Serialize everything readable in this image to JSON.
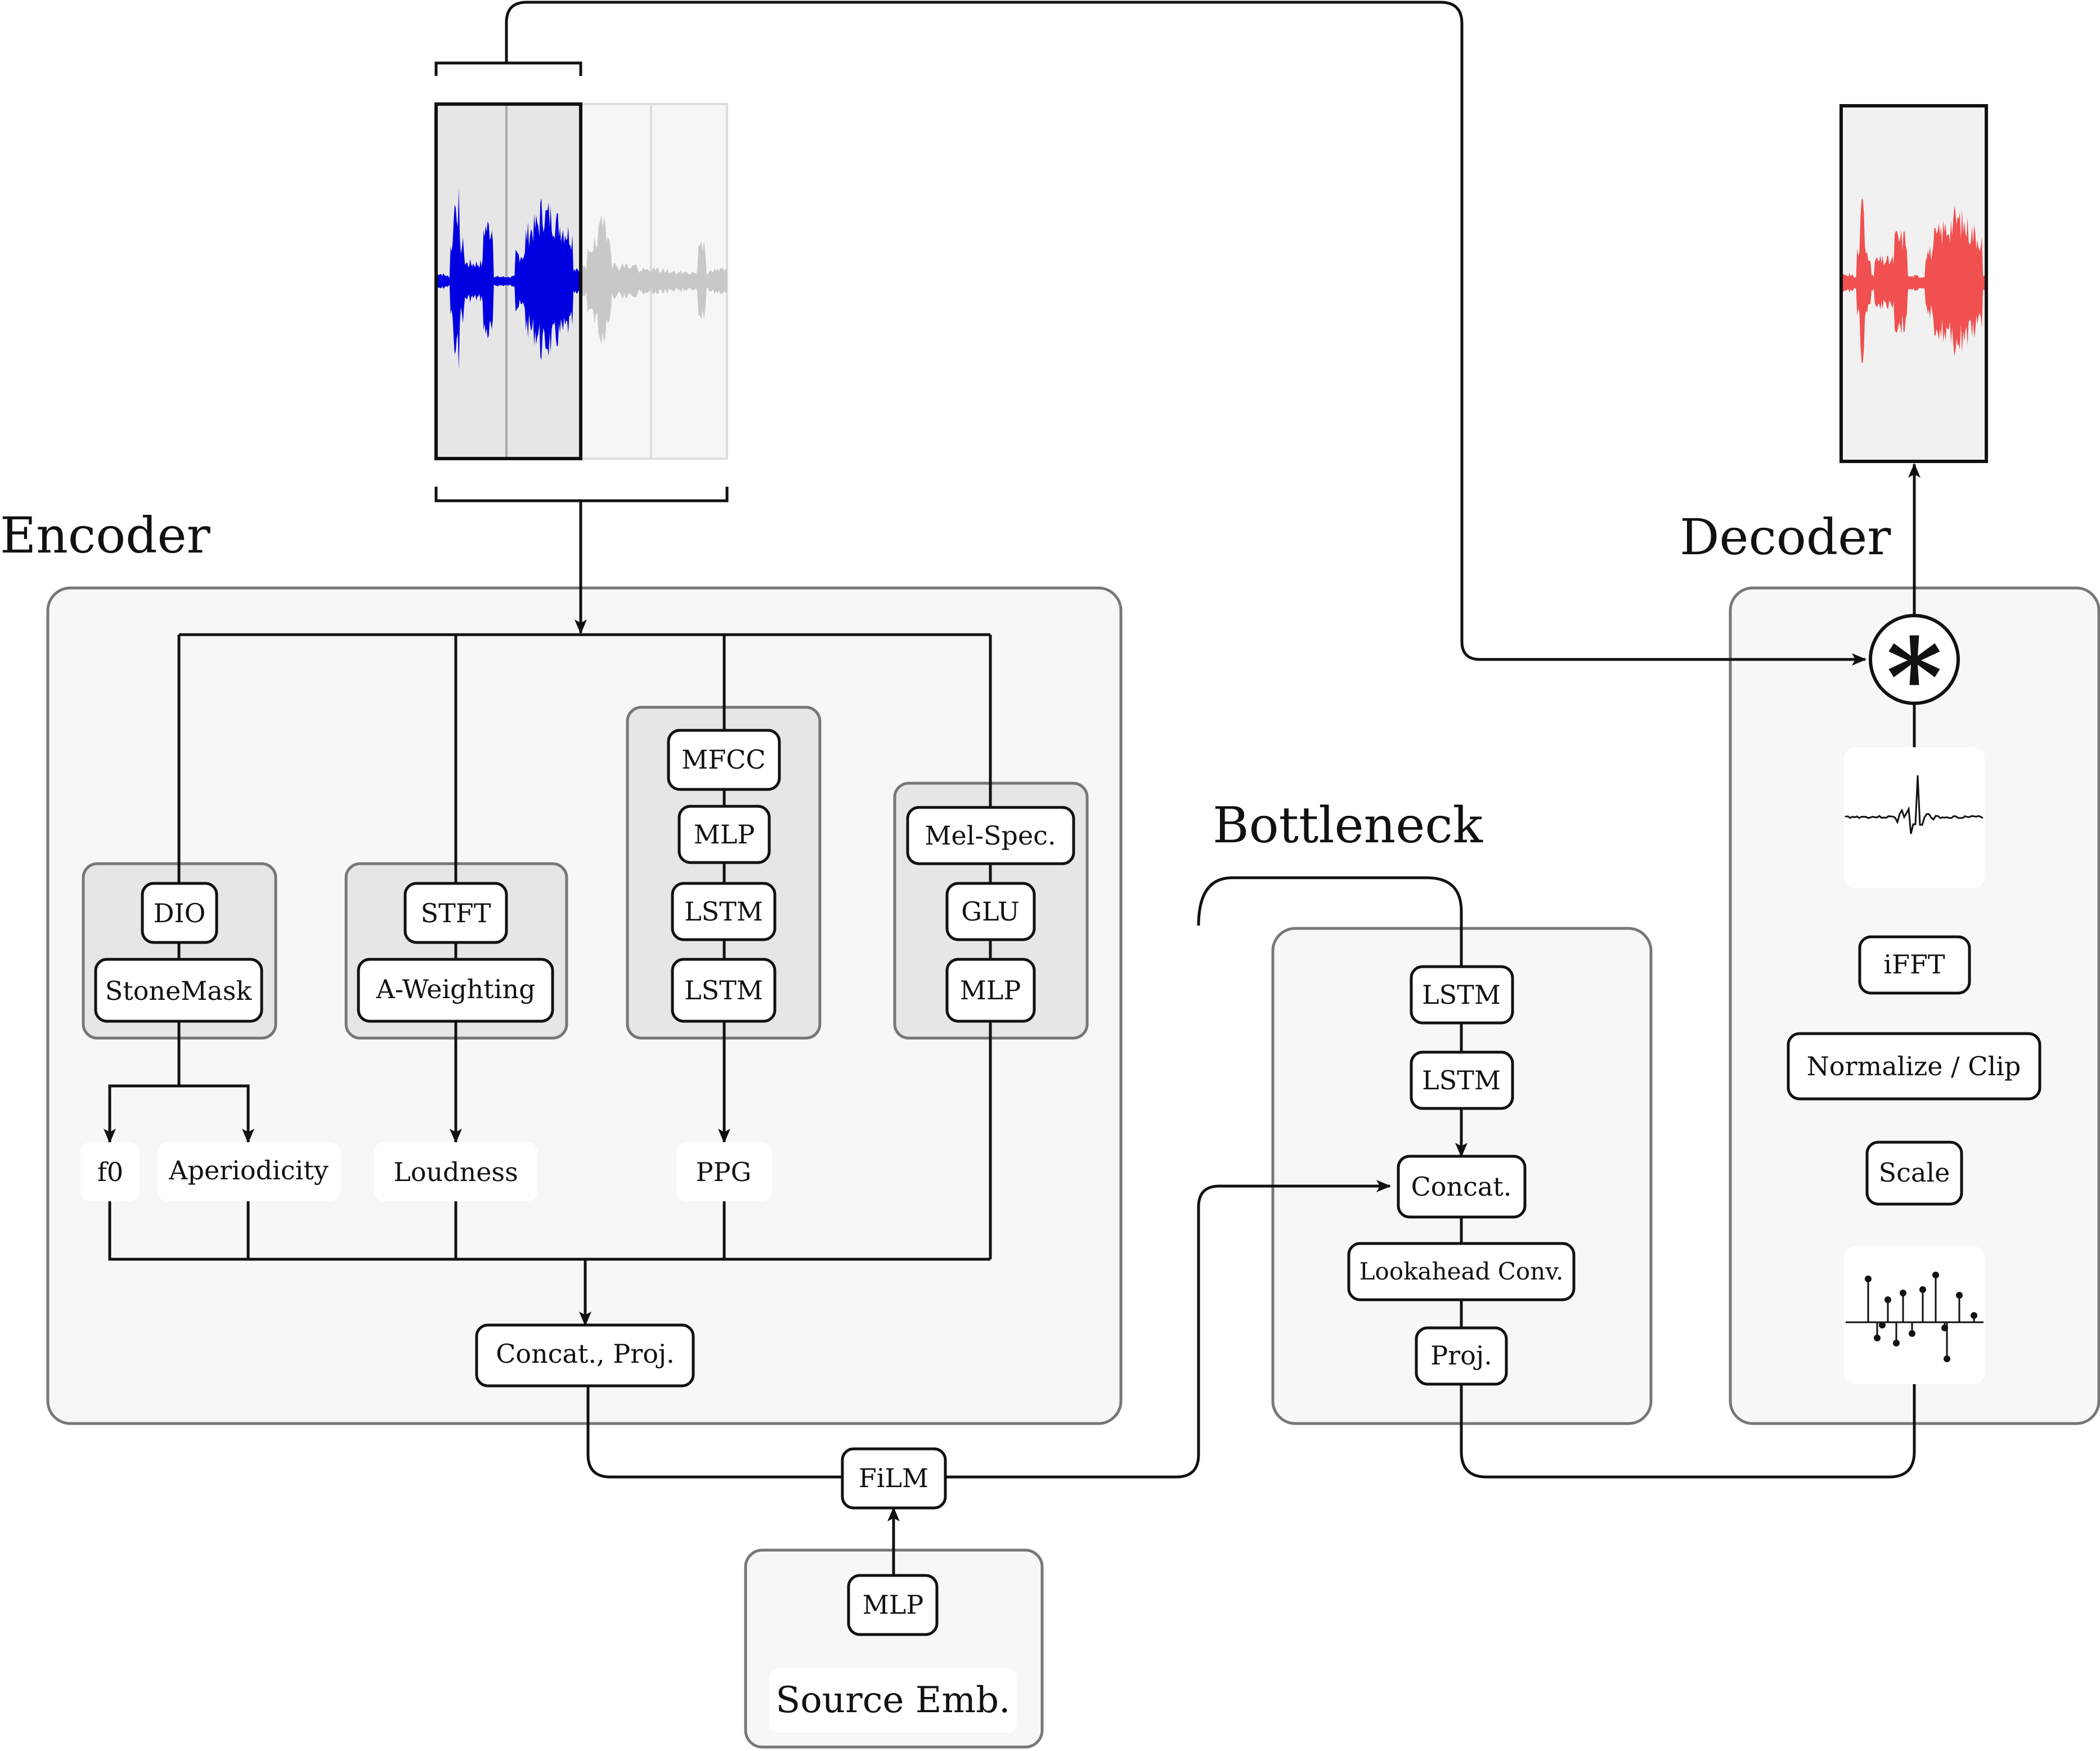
{
  "sections": {
    "encoder": "Encoder",
    "bottleneck": "Bottleneck",
    "decoder": "Decoder"
  },
  "encoder": {
    "dio": "DIO",
    "stonemask": "StoneMask",
    "stft": "STFT",
    "a_weighting": "A-Weighting",
    "mfcc": "MFCC",
    "mlp_ppg": "MLP",
    "lstm_ppg_1": "LSTM",
    "lstm_ppg_2": "LSTM",
    "mel_spec": "Mel-Spec.",
    "glu": "GLU",
    "mlp_mel": "MLP",
    "f0": "f0",
    "aperiodicity": "Aperiodicity",
    "loudness": "Loudness",
    "ppg": "PPG",
    "concat_proj": "Concat., Proj."
  },
  "film": "FiLM",
  "source": {
    "mlp": "MLP",
    "label": "Source Emb."
  },
  "bottleneck": {
    "lstm1": "LSTM",
    "lstm2": "LSTM",
    "concat": "Concat.",
    "lookahead": "Lookahead Conv.",
    "proj": "Proj."
  },
  "decoder": {
    "convolve_symbol": "∗",
    "ifft": "iFFT",
    "normalize": "Normalize / Clip",
    "scale": "Scale"
  },
  "colors": {
    "input_wave": "#0000e0",
    "context_wave": "#c8c8c8",
    "output_wave": "#f05050",
    "panel_fill": "#f7f7f7",
    "group_fill": "#e6e6e6"
  }
}
